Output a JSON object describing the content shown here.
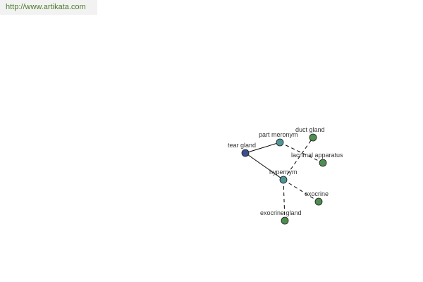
{
  "source": {
    "url_text": "http://www.artikata.com"
  },
  "colors": {
    "root": "#3d4e8c",
    "relation": "#4f9595",
    "leaf": "#4f8c4f",
    "edge": "#000000",
    "link": "#4a7a2a",
    "bar": "#f2f2f2"
  },
  "graph": {
    "nodes": [
      {
        "id": "tear-gland",
        "label": "tear gland",
        "kind": "root"
      },
      {
        "id": "part-meronym",
        "label": "part meronym",
        "kind": "relation"
      },
      {
        "id": "hypernym",
        "label": "hypernym",
        "kind": "relation"
      },
      {
        "id": "duct-gland",
        "label": "duct gland",
        "kind": "leaf"
      },
      {
        "id": "lacrimal-apparatus",
        "label": "lacrimal apparatus",
        "kind": "leaf"
      },
      {
        "id": "exocrine",
        "label": "exocrine",
        "kind": "leaf"
      },
      {
        "id": "exocrine-gland",
        "label": "exocrine gland",
        "kind": "leaf"
      }
    ],
    "edges": [
      {
        "from": "tear-gland",
        "to": "part-meronym",
        "style": "solid"
      },
      {
        "from": "tear-gland",
        "to": "hypernym",
        "style": "solid"
      },
      {
        "from": "part-meronym",
        "to": "lacrimal-apparatus",
        "style": "dashed"
      },
      {
        "from": "hypernym",
        "to": "duct-gland",
        "style": "dashed"
      },
      {
        "from": "hypernym",
        "to": "exocrine",
        "style": "dashed"
      },
      {
        "from": "hypernym",
        "to": "exocrine-gland",
        "style": "dashed"
      }
    ]
  }
}
